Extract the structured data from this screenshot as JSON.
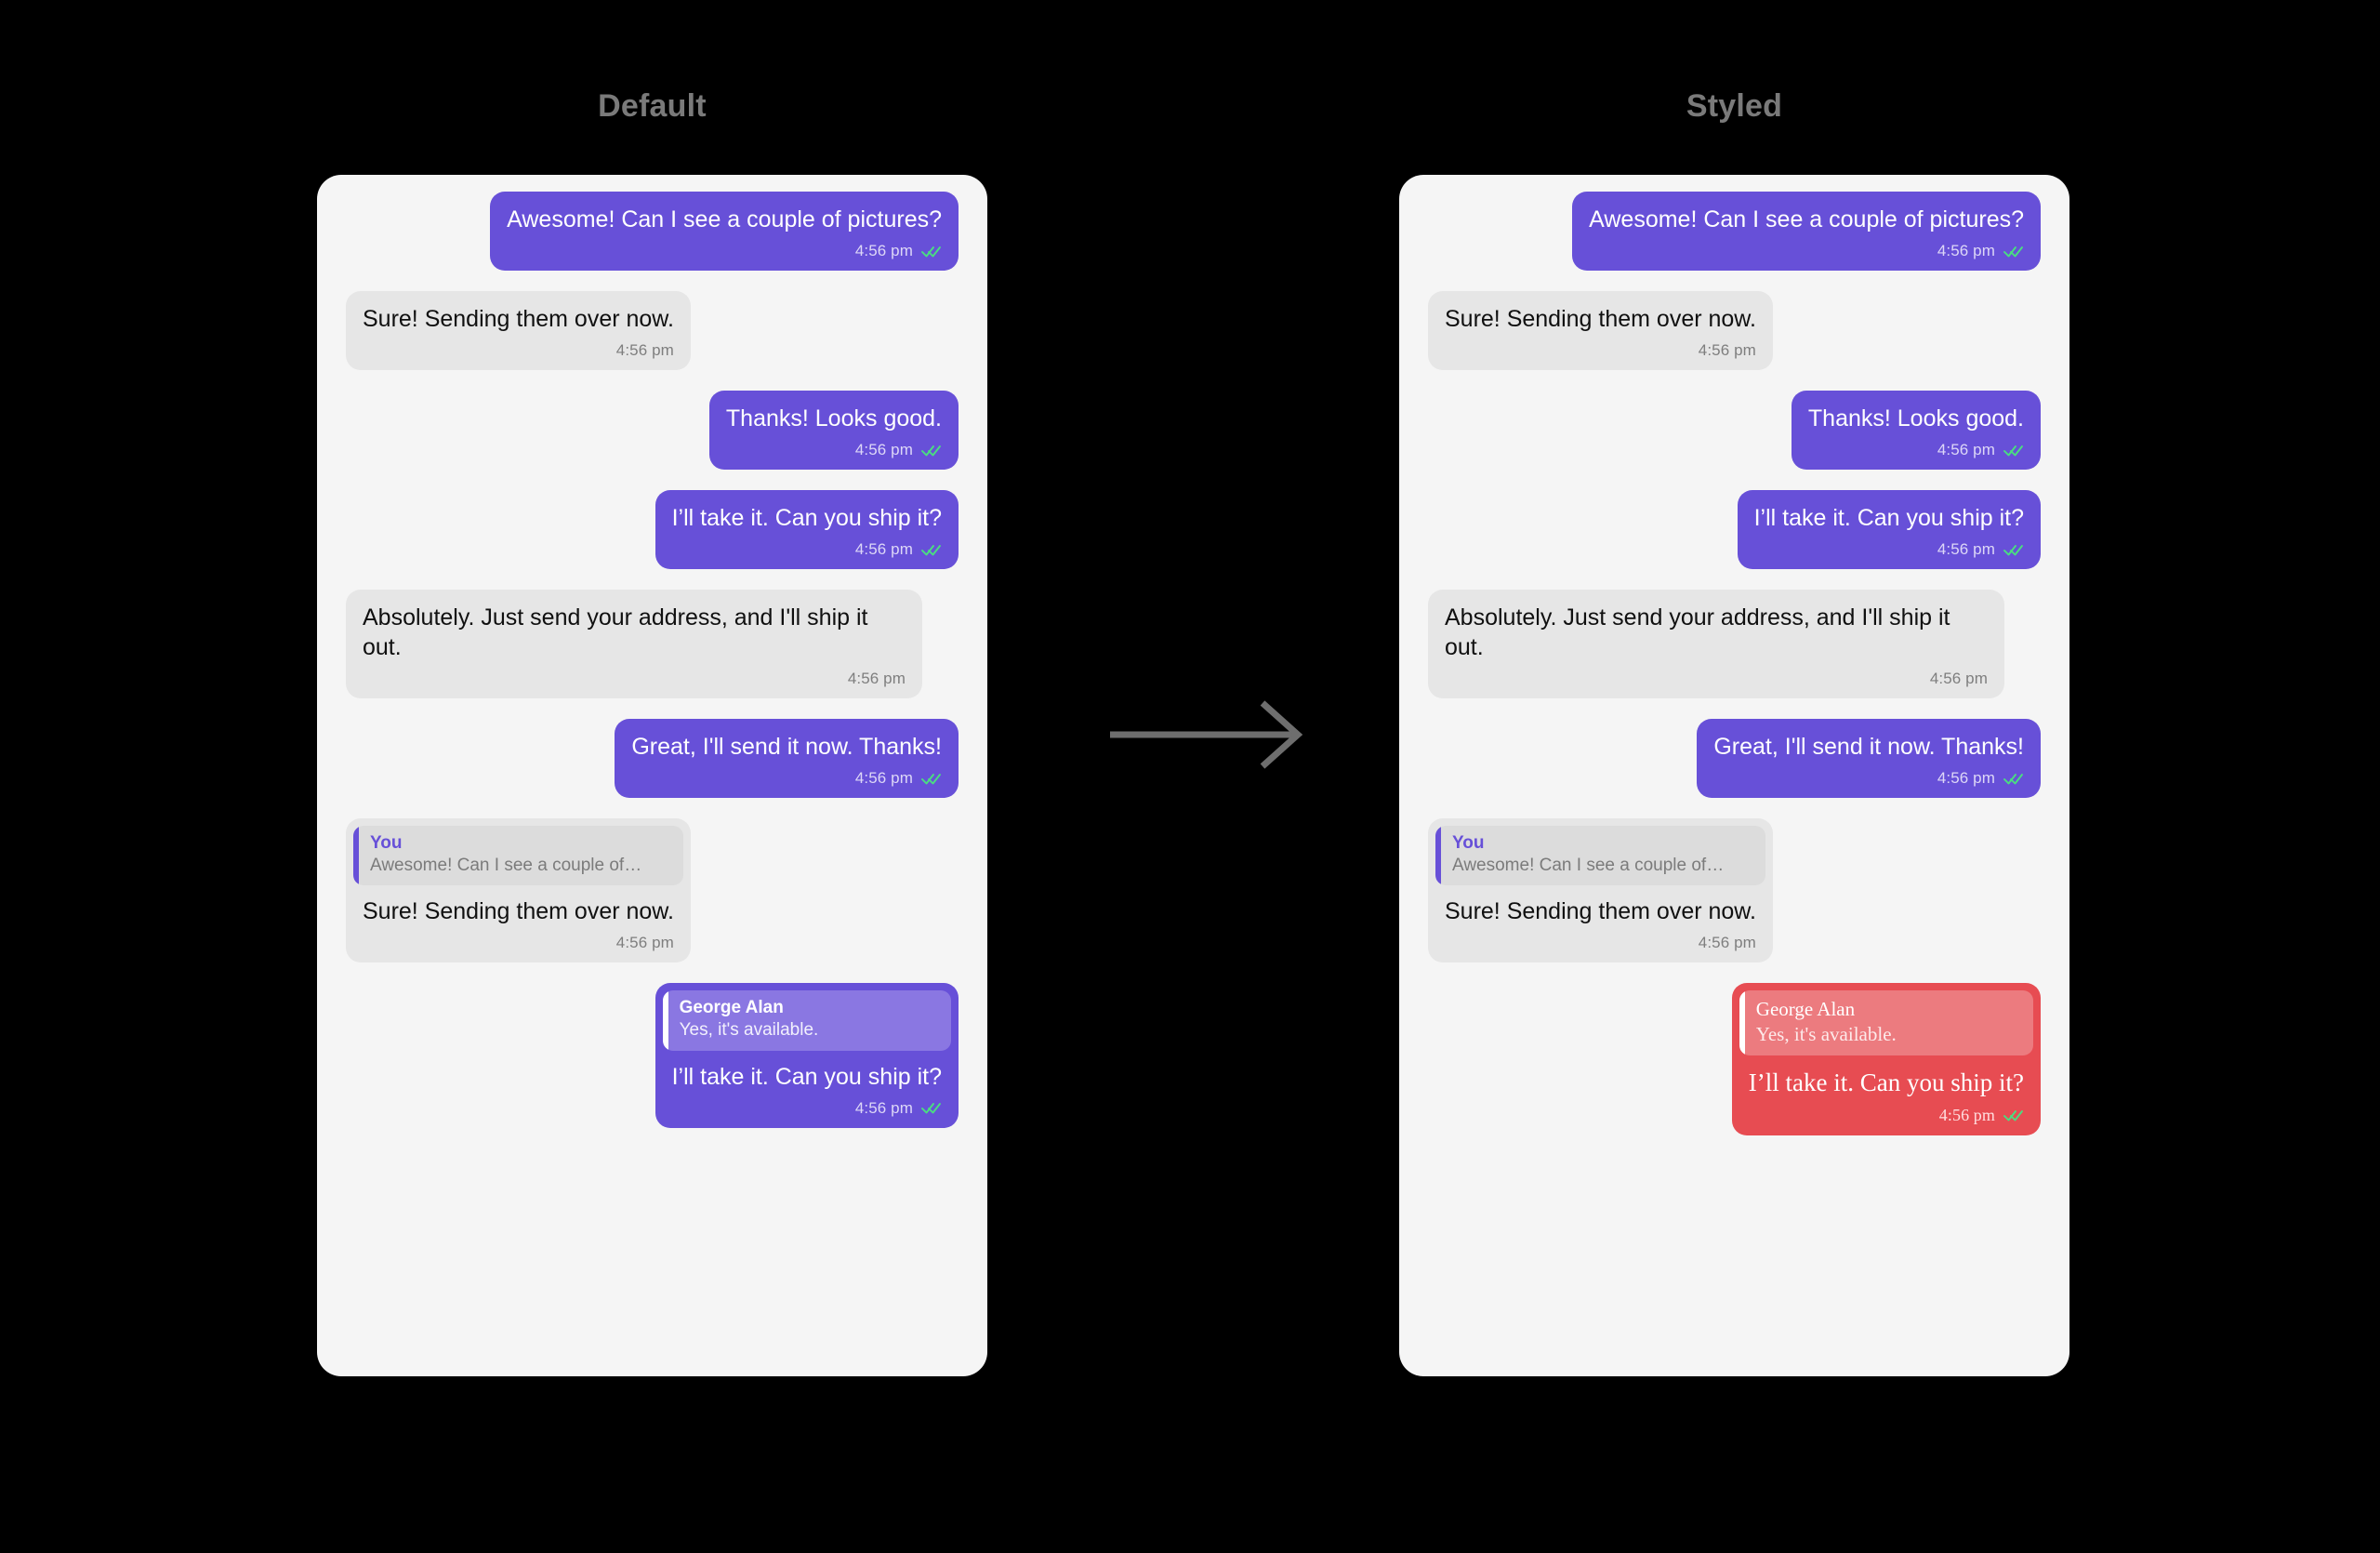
{
  "columns": [
    {
      "title": "Default",
      "variant": "default"
    },
    {
      "title": "Styled",
      "variant": "styled"
    }
  ],
  "arrow": {
    "icon": "arrow-right-icon",
    "color": "#6e6e6e"
  },
  "colors": {
    "background": "#000000",
    "panel": "#f5f5f5",
    "outgoing_bubble": "#6750d8",
    "incoming_bubble": "#e6e6e6",
    "styled_bubble": "#e74c52",
    "styled_quote": "#ec7b7f",
    "quote_accent": "#6750d8",
    "read_ticks": "#4ade80",
    "header_text": "#7a7a7a"
  },
  "messages": [
    {
      "id": "m1",
      "direction": "out",
      "text": "Awesome! Can I see a couple of pictures?",
      "time": "4:56 pm",
      "status": "read",
      "quote": null
    },
    {
      "id": "m2",
      "direction": "in",
      "text": "Sure! Sending them over now.",
      "time": "4:56 pm",
      "status": "none",
      "quote": null
    },
    {
      "id": "m3",
      "direction": "out",
      "text": "Thanks! Looks good.",
      "time": "4:56 pm",
      "status": "read",
      "quote": null
    },
    {
      "id": "m4",
      "direction": "out",
      "text": "I’ll take it. Can you ship it?",
      "time": "4:56 pm",
      "status": "read",
      "quote": null
    },
    {
      "id": "m5",
      "direction": "in",
      "text": "Absolutely. Just send your address, and I'll ship it out.",
      "time": "4:56 pm",
      "status": "none",
      "quote": null
    },
    {
      "id": "m6",
      "direction": "out",
      "text": "Great, I'll send it now. Thanks!",
      "time": "4:56 pm",
      "status": "read",
      "quote": null
    },
    {
      "id": "m7",
      "direction": "in",
      "text": "Sure! Sending them over now.",
      "time": "4:56 pm",
      "status": "none",
      "quote": {
        "name": "You",
        "snippet": "Awesome! Can I see a couple of…"
      }
    },
    {
      "id": "m8",
      "direction": "out",
      "text": "I’ll take it. Can you ship it?",
      "time": "4:56 pm",
      "status": "read",
      "styled": true,
      "quote": {
        "name": "George Alan",
        "snippet": "Yes, it's available."
      }
    }
  ],
  "icons": {
    "read_ticks": "double-check-icon",
    "arrow": "arrow-right-icon"
  }
}
